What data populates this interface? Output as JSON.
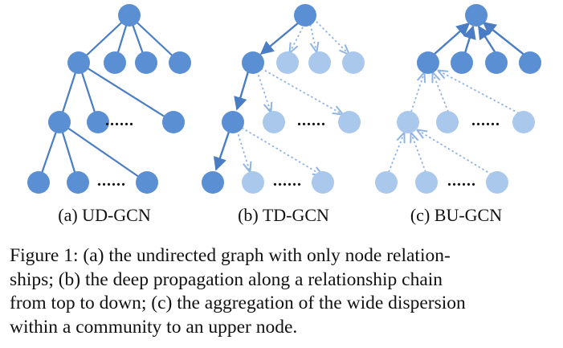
{
  "colors": {
    "active_node": "#5b8fd3",
    "faded_node": "#a9c8ec",
    "solid_edge": "#4a7dc4",
    "dotted_edge": "#90b5e4",
    "ellipsis": "#808080"
  },
  "panels": [
    {
      "label": "(a) UD-GCN"
    },
    {
      "label": "(b) TD-GCN"
    },
    {
      "label": "(c) BU-GCN"
    }
  ],
  "ellipsis_text": "......",
  "caption_lines": [
    "Figure 1: (a) the undirected graph with only node relation-",
    "ships; (b) the deep propagation along a relationship chain",
    "from top to down; (c) the aggregation of the wide dispersion",
    "within a community to an upper node."
  ]
}
